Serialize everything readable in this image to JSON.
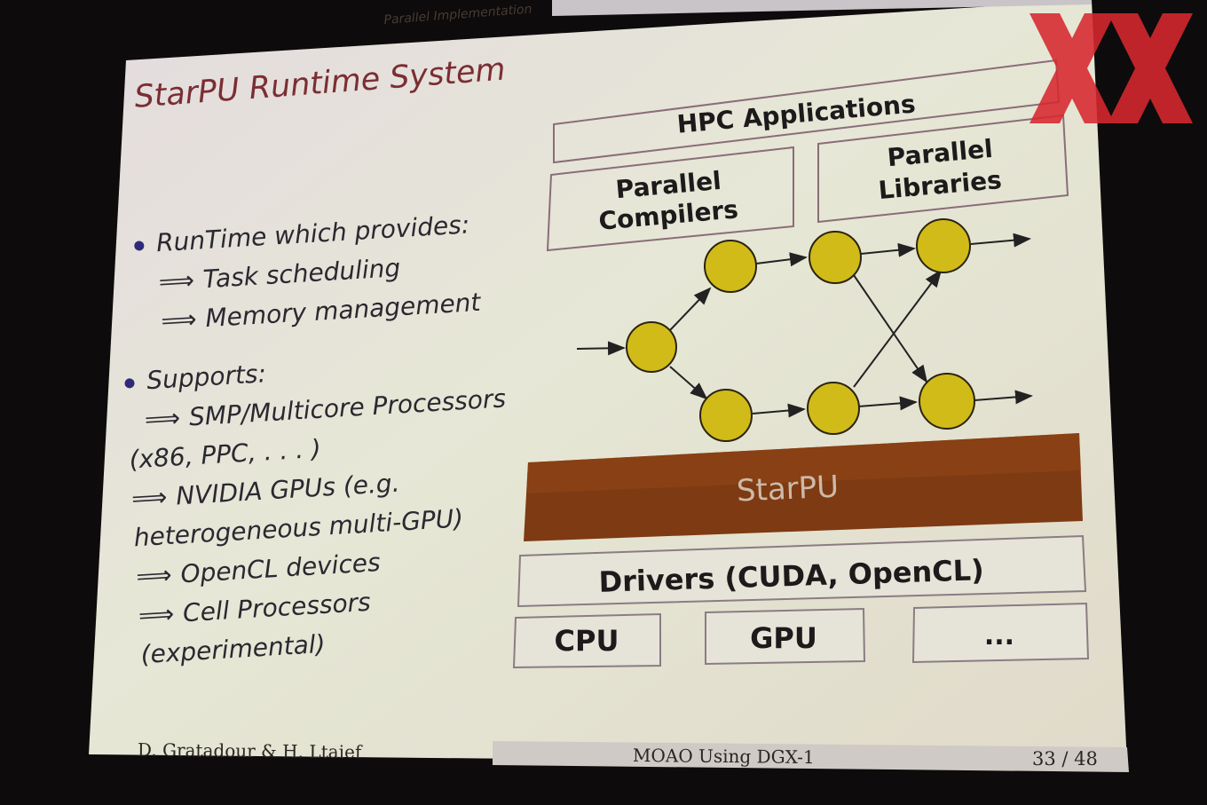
{
  "header": {
    "section": "Parallel Implementation"
  },
  "title": "StarPU Runtime System",
  "bullets": {
    "b1_head": "RunTime which provides:",
    "b1_items": [
      "Task scheduling",
      "Memory management"
    ],
    "b2_head": "Supports:",
    "b2_lines": [
      "SMP/Multicore Processors",
      "(x86, PPC, . . . )",
      "NVIDIA GPUs (e.g.",
      "heterogeneous multi-GPU)",
      "OpenCL devices",
      "Cell Processors",
      "(experimental)"
    ],
    "arrow": "⟹"
  },
  "diagram": {
    "hpc": "HPC Applications",
    "compilers": [
      "Parallel",
      "Compilers"
    ],
    "libraries": [
      "Parallel",
      "Libraries"
    ],
    "starpu": "StarPU",
    "drivers": "Drivers (CUDA, OpenCL)",
    "hardware": [
      "CPU",
      "GPU",
      "..."
    ],
    "colors": {
      "starpu_band": "#7e3a12",
      "task_node": "#d1bb18"
    }
  },
  "footer": {
    "authors": "D. Gratadour & H. Ltaief",
    "talk": "MOAO Using DGX-1",
    "page": "33 / 48"
  },
  "logo": {
    "text": "XX",
    "color": "#d7282f"
  }
}
